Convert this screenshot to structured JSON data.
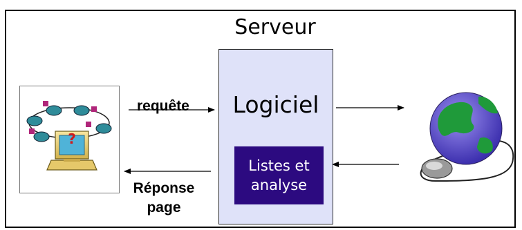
{
  "server": {
    "title": "Serveur",
    "software_label": "Logiciel",
    "inner_lines": [
      "Listes et",
      "analyse"
    ]
  },
  "arrows": {
    "request_label": "requête",
    "response_lines": [
      "Réponse",
      "page"
    ]
  },
  "icons": {
    "client": "network-computer-icon",
    "internet": "globe-mouse-icon"
  },
  "colors": {
    "server_bg": "#dfe2f9",
    "inner_bg": "#2c0a80",
    "globe_ocean": "#6b5bd6",
    "globe_land": "#1f9a3a"
  }
}
